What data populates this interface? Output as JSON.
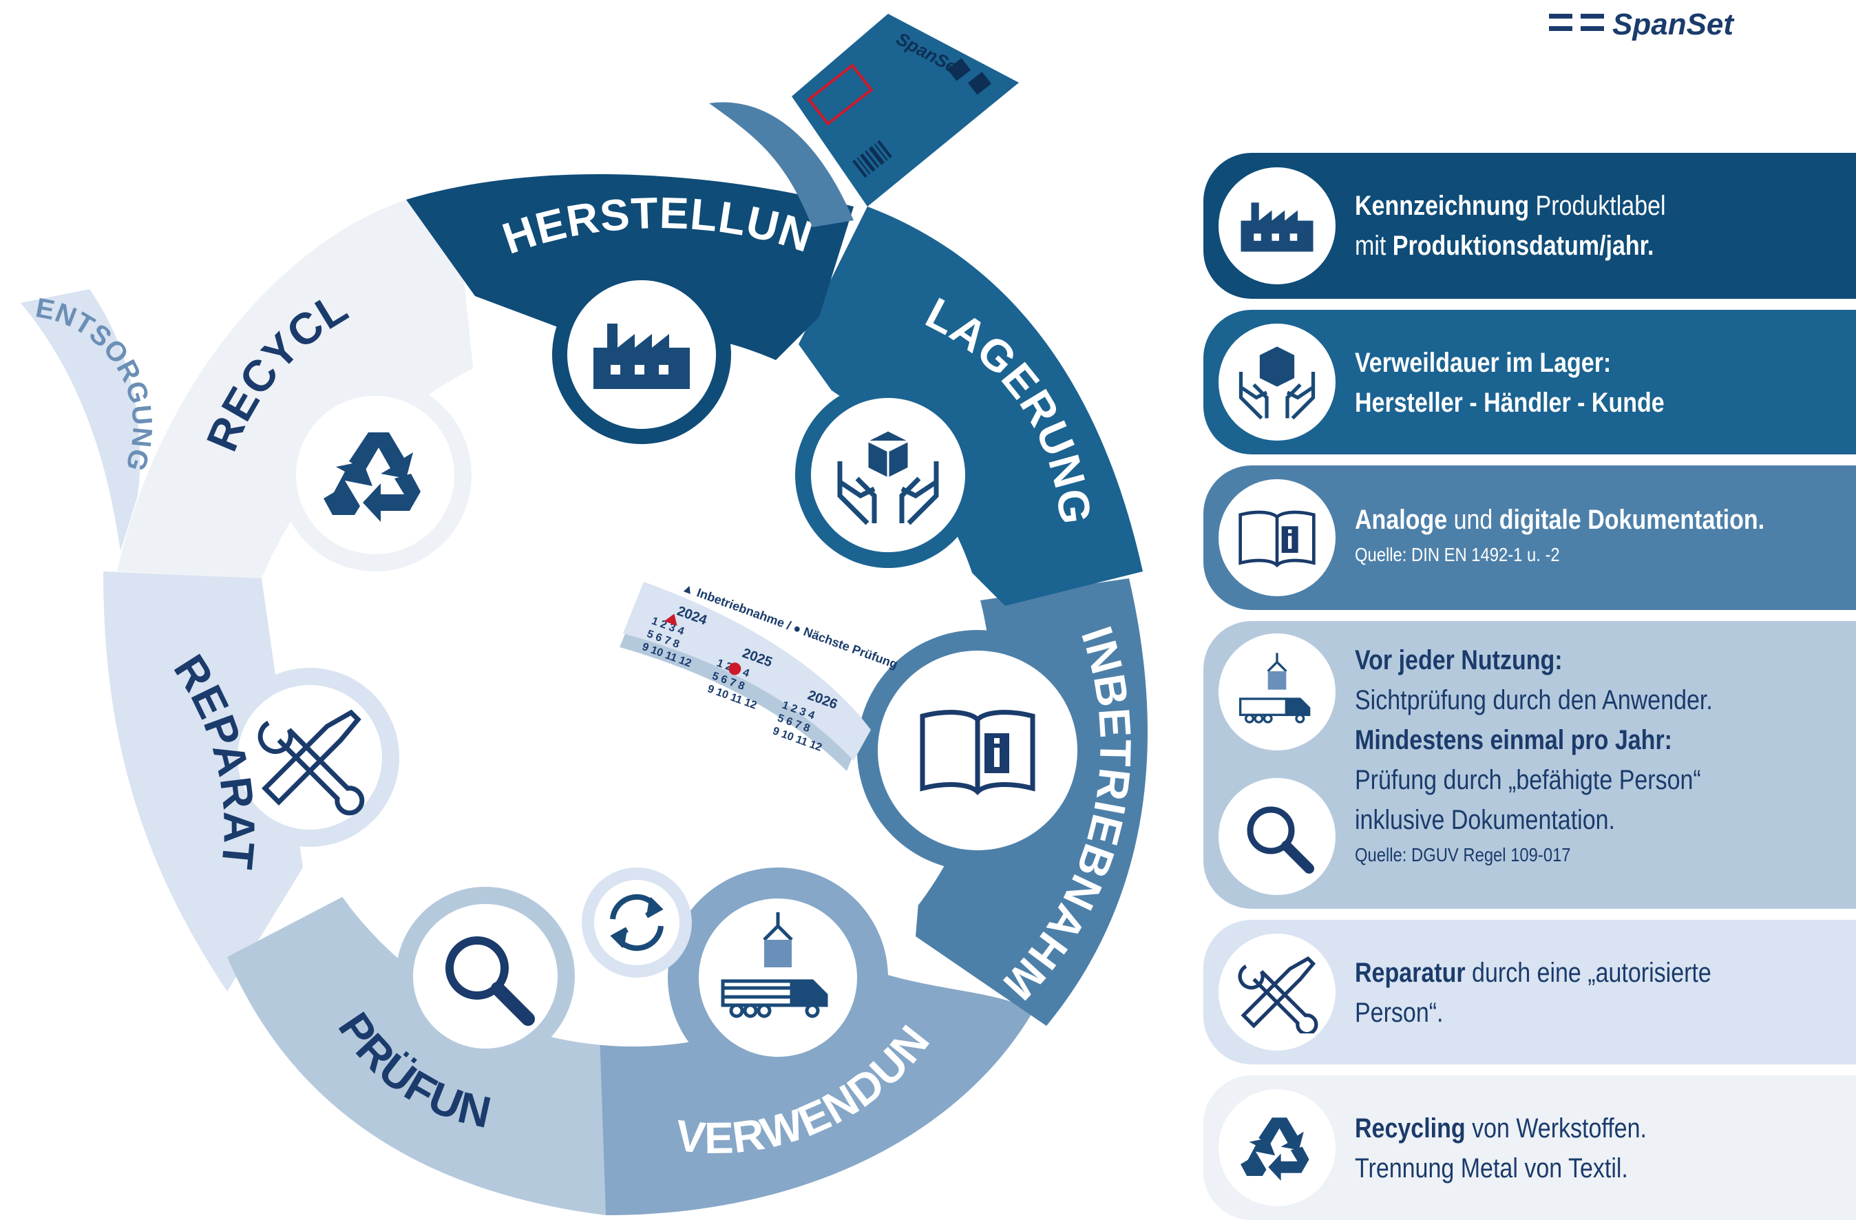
{
  "brand": "SpanSet",
  "colors": {
    "herstellung": "#0f4c78",
    "lagerung": "#1b6391",
    "inbetriebnahme": "#4d80a9",
    "verwendung": "#86a7c7",
    "pruefung": "#b5c9dd",
    "reparatur": "#d9e3f1",
    "recycle": "#eef1f6",
    "text_dark": "#1a3b6b"
  },
  "wheel": {
    "segments": [
      {
        "key": "herstellung",
        "label": "HERSTELLUNG",
        "icon": "factory-icon"
      },
      {
        "key": "lagerung",
        "label": "LAGERUNG",
        "icon": "box-in-hands-icon"
      },
      {
        "key": "inbetriebnahme",
        "label": "INBETRIEBNAHME",
        "icon": "manual-info-icon"
      },
      {
        "key": "verwendung",
        "label": "VERWENDUNG",
        "icon": "truck-crane-icon"
      },
      {
        "key": "pruefung",
        "label": "PRÜFUNG",
        "icon": "magnifier-icon"
      },
      {
        "key": "reparatur",
        "label": "REPARATUR",
        "icon": "tools-icon"
      },
      {
        "key": "recycle",
        "label": "RECYCLE",
        "icon": "recycle-icon"
      }
    ],
    "entsorgung": "ENTSORGUNG",
    "cycle_icon": "refresh-cycle-icon"
  },
  "label_tag": {
    "brand": "SpanSet",
    "legend": "▲ Inbetriebnahme / ● Nächste Prüfung",
    "years": [
      "2024",
      "2025",
      "2026"
    ],
    "rows": [
      "1 2 3 4",
      "5 6 7 8",
      "9 10 11 12"
    ]
  },
  "info": [
    {
      "icon": "factory-icon",
      "parts": [
        {
          "b": "Kennzeichnung",
          "t": " Produktlabel"
        },
        {
          "t": "mit ",
          "b": "Produktionsdatum/jahr."
        }
      ]
    },
    {
      "icon": "box-in-hands-icon",
      "parts": [
        {
          "b": "Verweildauer im Lager:"
        },
        {
          "b": "Hersteller - Händler - Kunde"
        }
      ]
    },
    {
      "icon": "manual-info-icon",
      "parts": [
        {
          "b": "Analoge",
          "t": " und ",
          "b2": "digitale Dokumentation."
        }
      ],
      "source": "Quelle: DIN EN 1492-1 u. -2"
    },
    {
      "icon": "truck-crane-icon",
      "parts": [
        {
          "b": "Vor jeder Nutzung:"
        },
        {
          "t": "Sichtprüfung durch den Anwender."
        },
        {
          "b": "Mindestens einmal pro Jahr:"
        },
        {
          "t": "Prüfung durch „befähigte Person“"
        },
        {
          "t": "inklusive Dokumentation."
        }
      ],
      "source": "Quelle: DGUV Regel 109-017"
    },
    {
      "icon": "tools-icon",
      "parts": [
        {
          "b": "Reparatur",
          "t": " durch eine „autorisierte"
        },
        {
          "t": "Person“."
        }
      ]
    },
    {
      "icon": "recycle-icon",
      "parts": [
        {
          "b": "Recycling",
          "t": " von Werkstoffen."
        },
        {
          "t": "Trennung Metal von Textil."
        }
      ]
    }
  ]
}
